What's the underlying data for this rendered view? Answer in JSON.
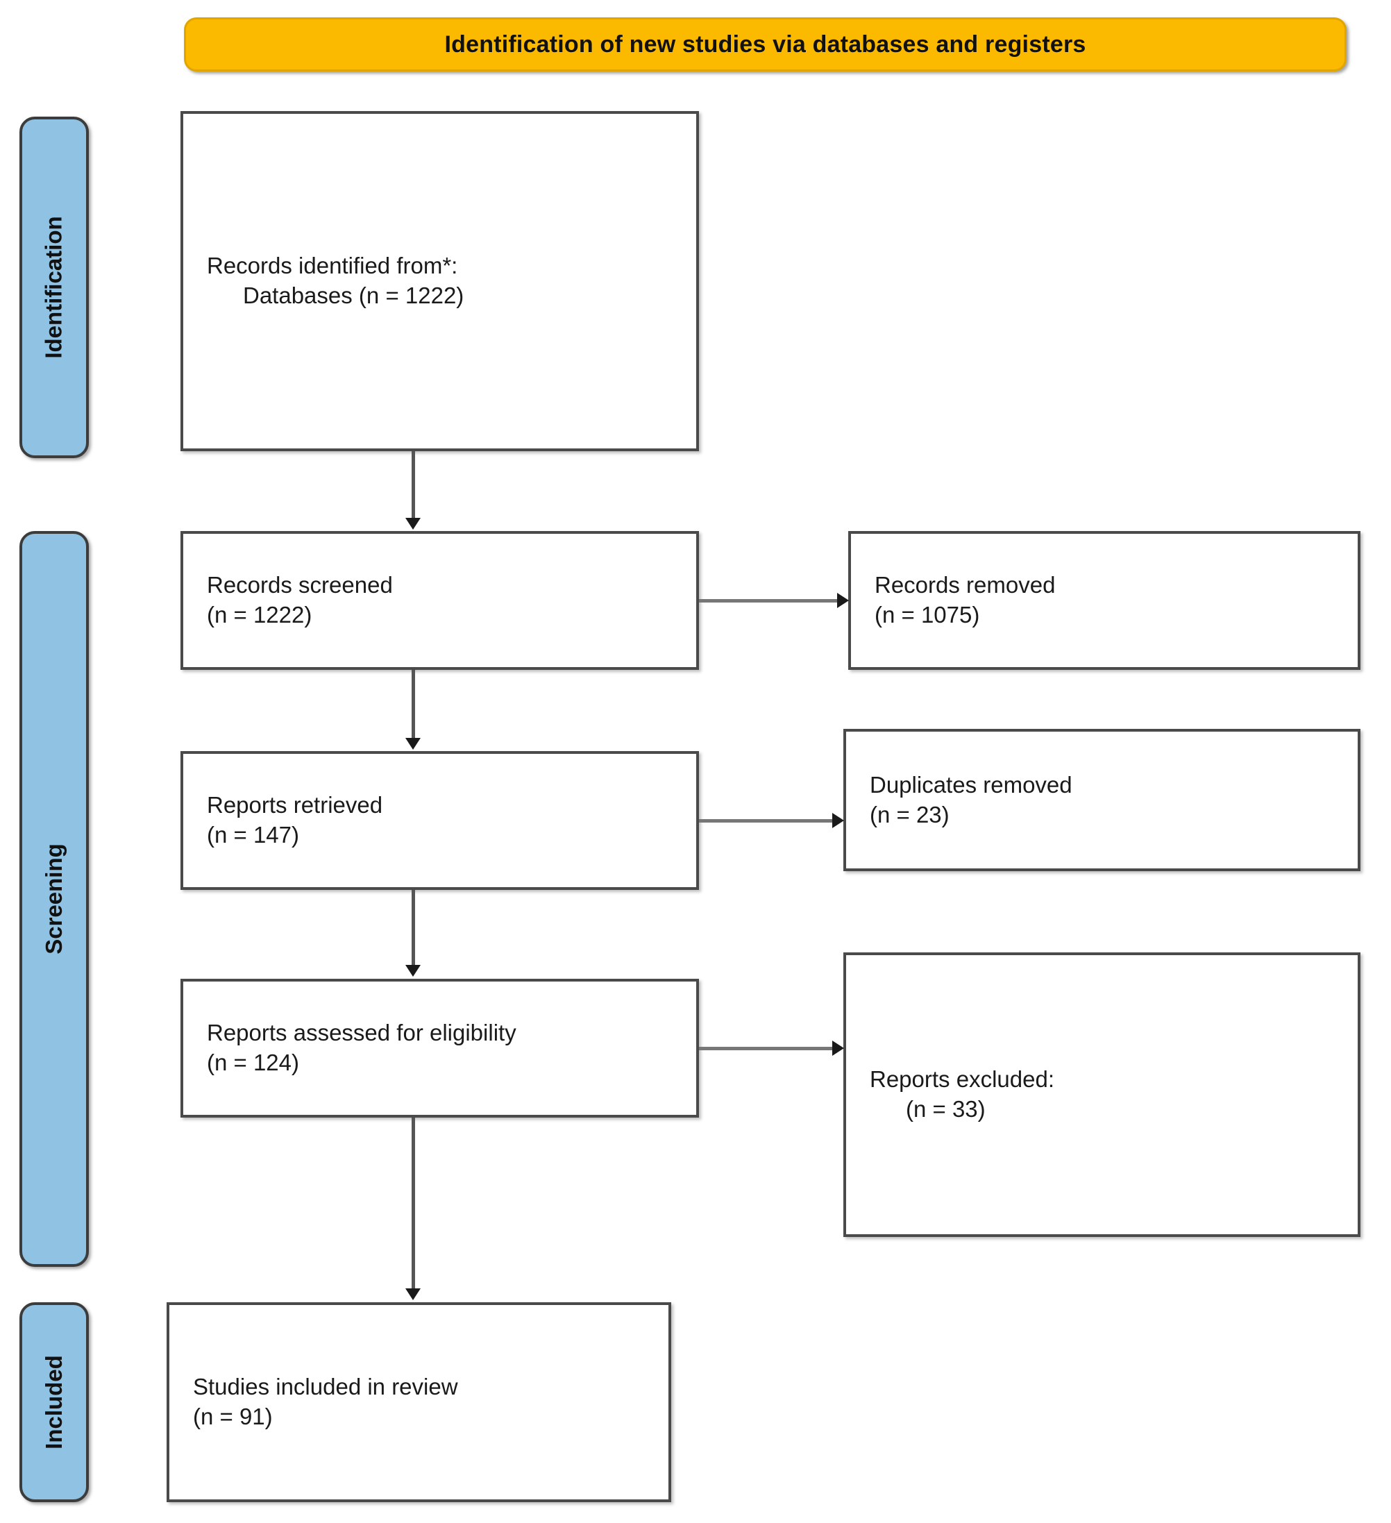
{
  "diagram": {
    "type": "prisma-flow-diagram",
    "title": "Identification of new studies via databases and registers"
  },
  "header": {
    "label": "Identification of new studies via databases and registers",
    "color": "#FBBA00"
  },
  "stages": [
    {
      "id": "identification",
      "label": "Identification",
      "color": "#8FC2E3"
    },
    {
      "id": "screening",
      "label": "Screening",
      "color": "#8FC2E3"
    },
    {
      "id": "included",
      "label": "Included",
      "color": "#8FC2E3"
    }
  ],
  "flow": {
    "identified": {
      "line1": "Records identified from*:",
      "line2": "Databases (n = 1222)",
      "n": 1222
    },
    "screened": {
      "line1": "Records screened",
      "line2": "(n = 1222)",
      "n": 1222
    },
    "records_removed": {
      "line1": "Records removed",
      "line2": "(n = 1075)",
      "n": 1075
    },
    "retrieved": {
      "line1": "Reports retrieved",
      "line2": "(n = 147)",
      "n": 147
    },
    "duplicates_removed": {
      "line1": "Duplicates removed",
      "line2": "(n = 23)",
      "n": 23
    },
    "assessed": {
      "line1": "Reports assessed for eligibility",
      "line2": "(n = 124)",
      "n": 124
    },
    "excluded": {
      "line1": "Reports excluded:",
      "line2": "(n = 33)",
      "n": 33
    },
    "included": {
      "line1": "Studies included in review",
      "line2": "(n = 91)",
      "n": 91
    }
  }
}
